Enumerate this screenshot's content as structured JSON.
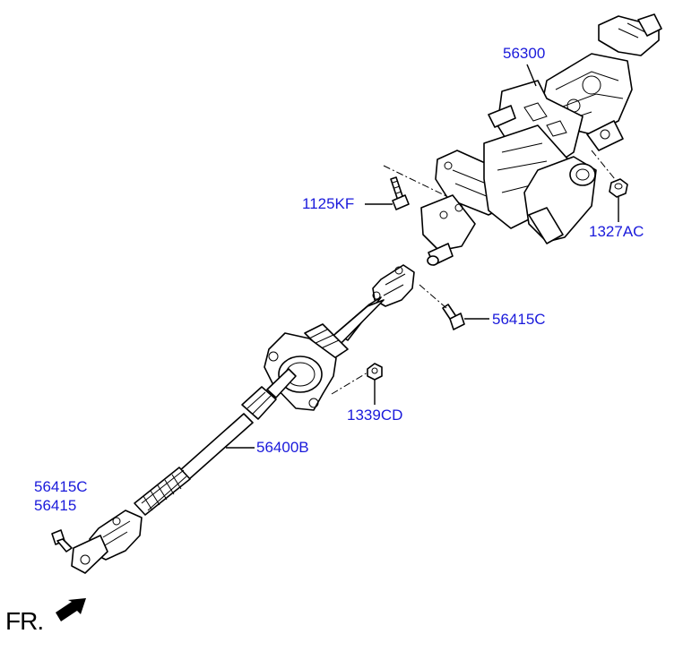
{
  "parts": {
    "column_assembly": {
      "code": "56300"
    },
    "bolt_column": {
      "code": "1125KF"
    },
    "nut_column": {
      "code": "1327AC"
    },
    "bolt_upper_joint": {
      "code": "56415C"
    },
    "nut_boot": {
      "code": "1339CD"
    },
    "intermediate_shaft": {
      "code": "56400B"
    },
    "bolt_lower_joint_a": {
      "code": "56415C"
    },
    "bolt_lower_joint_b": {
      "code": "56415"
    }
  },
  "direction": {
    "label": "FR."
  },
  "colors": {
    "label": "#1a1adb",
    "line": "#000000"
  },
  "icons": {
    "front_arrow": "arrow-icon"
  }
}
